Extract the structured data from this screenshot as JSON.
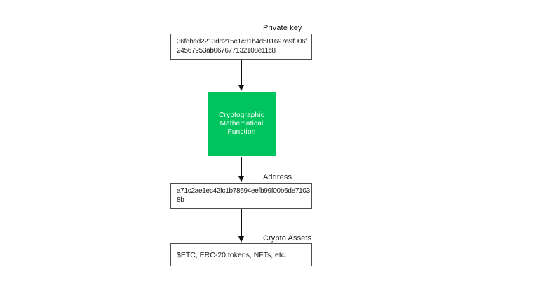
{
  "colors": {
    "background": "#ffffff",
    "text": "#1a1a1a",
    "box_border": "#4d4d4d",
    "arrow": "#111111",
    "function_box_fill": "#00c55e",
    "function_box_text": "#ffffff"
  },
  "nodes": {
    "private_key": {
      "label": "Private key",
      "value": "36fdbed2213dd215e1c81b4d581697a9f006f24567953ab067677132108e11c8"
    },
    "function": {
      "lines": [
        "Cryptographic",
        "Mathematical",
        "Function"
      ]
    },
    "address": {
      "label": "Address",
      "value": "a71c2ae1ec42fc1b78694eefb99f00b6de71038b"
    },
    "crypto_assets": {
      "label": "Crypto Assets",
      "value": "$ETC, ERC-20 tokens, NFTs, etc."
    }
  }
}
